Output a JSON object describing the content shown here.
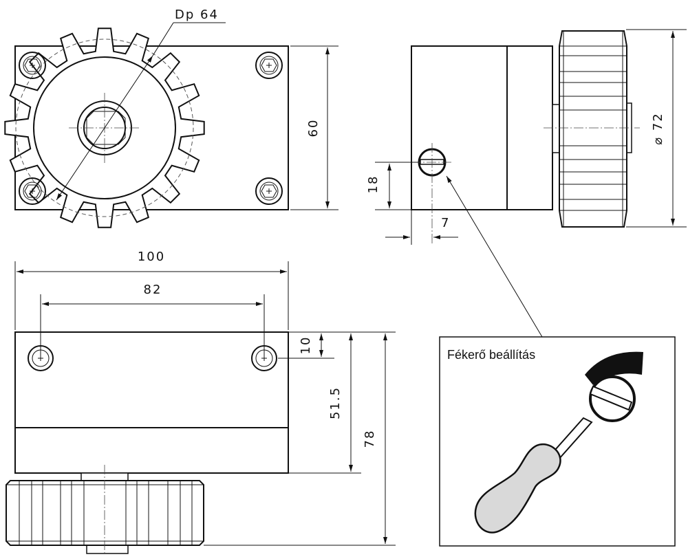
{
  "dimensions": {
    "pitch_diameter": "Dp 64",
    "height_60": "60",
    "knob_diameter": "⌀ 72",
    "screw_height_18": "18",
    "screw_offset_7": "7",
    "width_100": "100",
    "hole_spacing_82": "82",
    "hole_offset_10": "10",
    "height_51_5": "51.5",
    "height_78": "78"
  },
  "callout": {
    "label": "Fékerő beállítás"
  },
  "colors": {
    "line": "#111111",
    "background": "#ffffff",
    "handle_fill": "#d9d9d9"
  }
}
